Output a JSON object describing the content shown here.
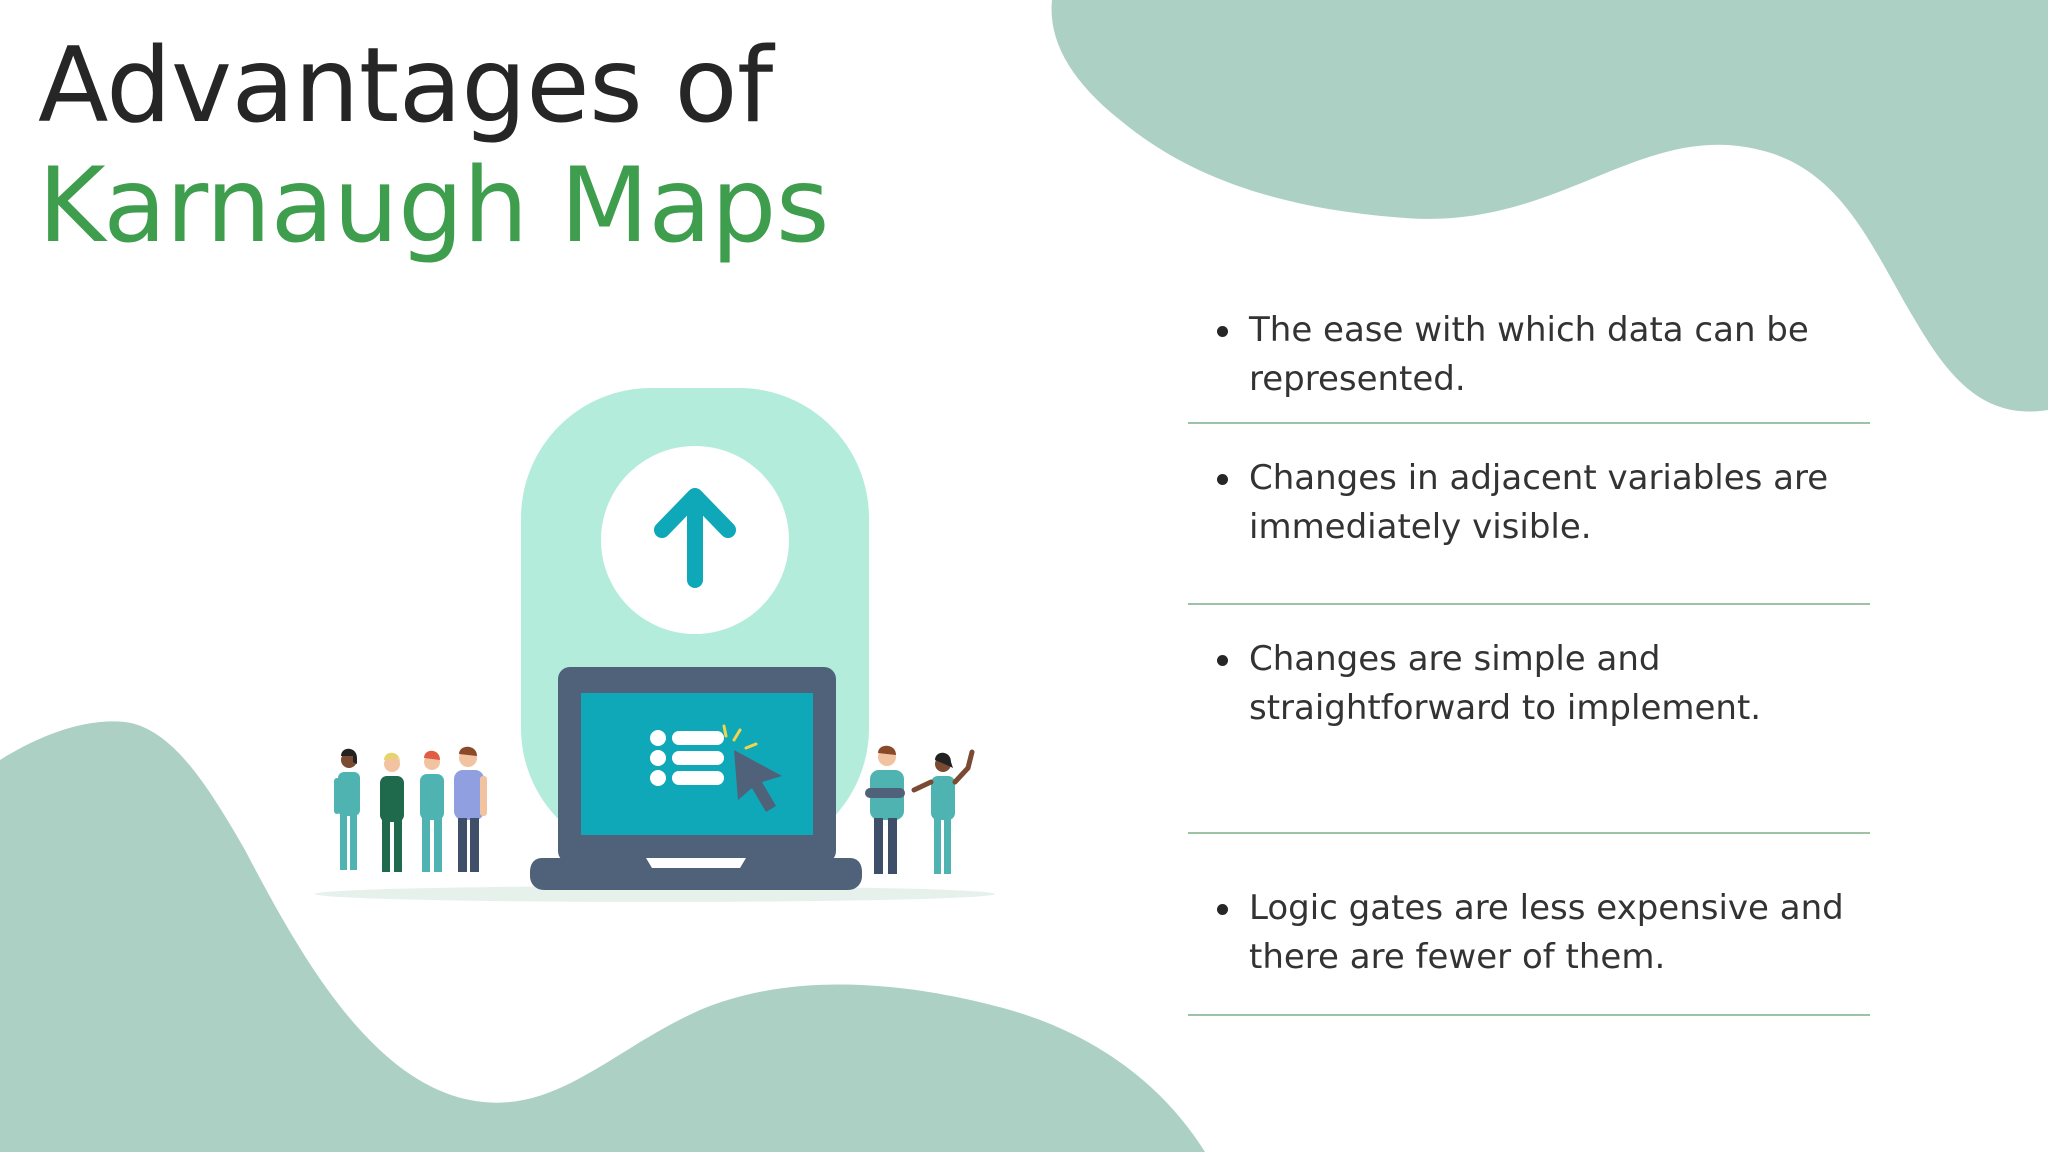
{
  "slide": {
    "title_line1": "Advantages of",
    "title_line2": "Karnaugh Maps",
    "bullets": [
      "The ease with which data can be represented.",
      "Changes in adjacent variables are immediately visible.",
      "Changes are simple and straightforward to implement.",
      "Logic gates are less expensive and there are fewer of them."
    ]
  },
  "colors": {
    "background": "#ffffff",
    "blob": "#acd0c4",
    "title_dark": "#262626",
    "title_green": "#3f9e4e",
    "divider": "#9cc4a4",
    "pill": "#b4ecdc",
    "screen": "#0ea8b9",
    "laptop": "#4f627a"
  },
  "illustration": {
    "arrow_icon": "arrow-up-icon",
    "list_icon": "list-icon",
    "cursor_icon": "cursor-icon"
  }
}
